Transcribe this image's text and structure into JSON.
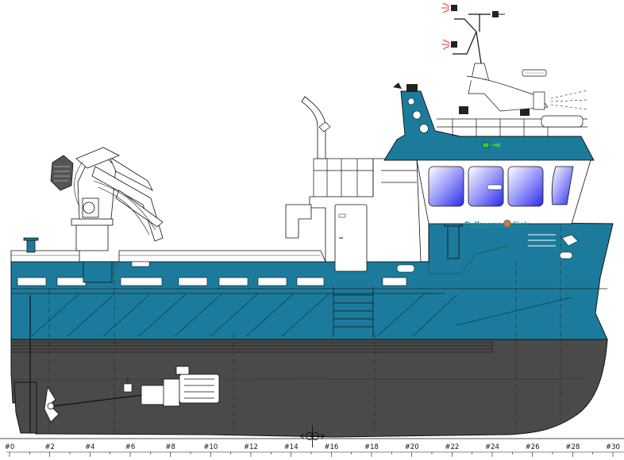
{
  "branding": {
    "name": "Fylkesnes",
    "suffix": "Fisk"
  },
  "colors": {
    "hull_teal": "#1c7b9c",
    "hull_dark": "#4a4a4a",
    "window_blue": "#3a3af0",
    "deck_white": "#ffffff",
    "logo_teal": "#1c8aa3",
    "logo_orange": "#e8702a",
    "nav_green": "#2ecc40",
    "nav_red": "#e53935"
  },
  "frame_scale": {
    "labels": [
      "#0",
      "#2",
      "#4",
      "#6",
      "#8",
      "#10",
      "#12",
      "#14",
      "#16",
      "#18",
      "#20",
      "#22",
      "#24",
      "#26",
      "#28",
      "#30"
    ]
  },
  "icons": [
    "propeller-icon",
    "navigation-light-icon",
    "floodlight-icon",
    "frame-midship-symbol-icon"
  ]
}
